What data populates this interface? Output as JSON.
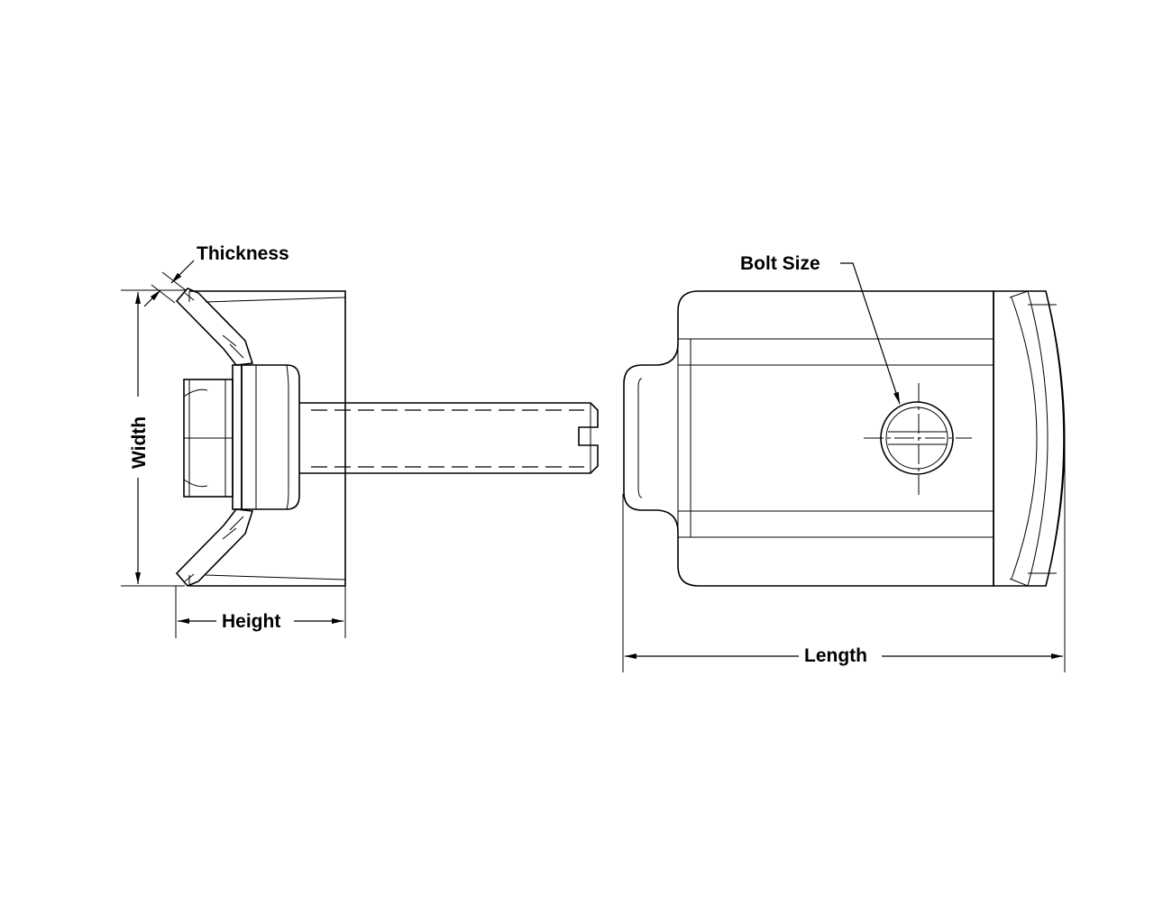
{
  "labels": {
    "thickness": "Thickness",
    "width": "Width",
    "height": "Height",
    "bolt_size": "Bolt Size",
    "length": "Length"
  }
}
